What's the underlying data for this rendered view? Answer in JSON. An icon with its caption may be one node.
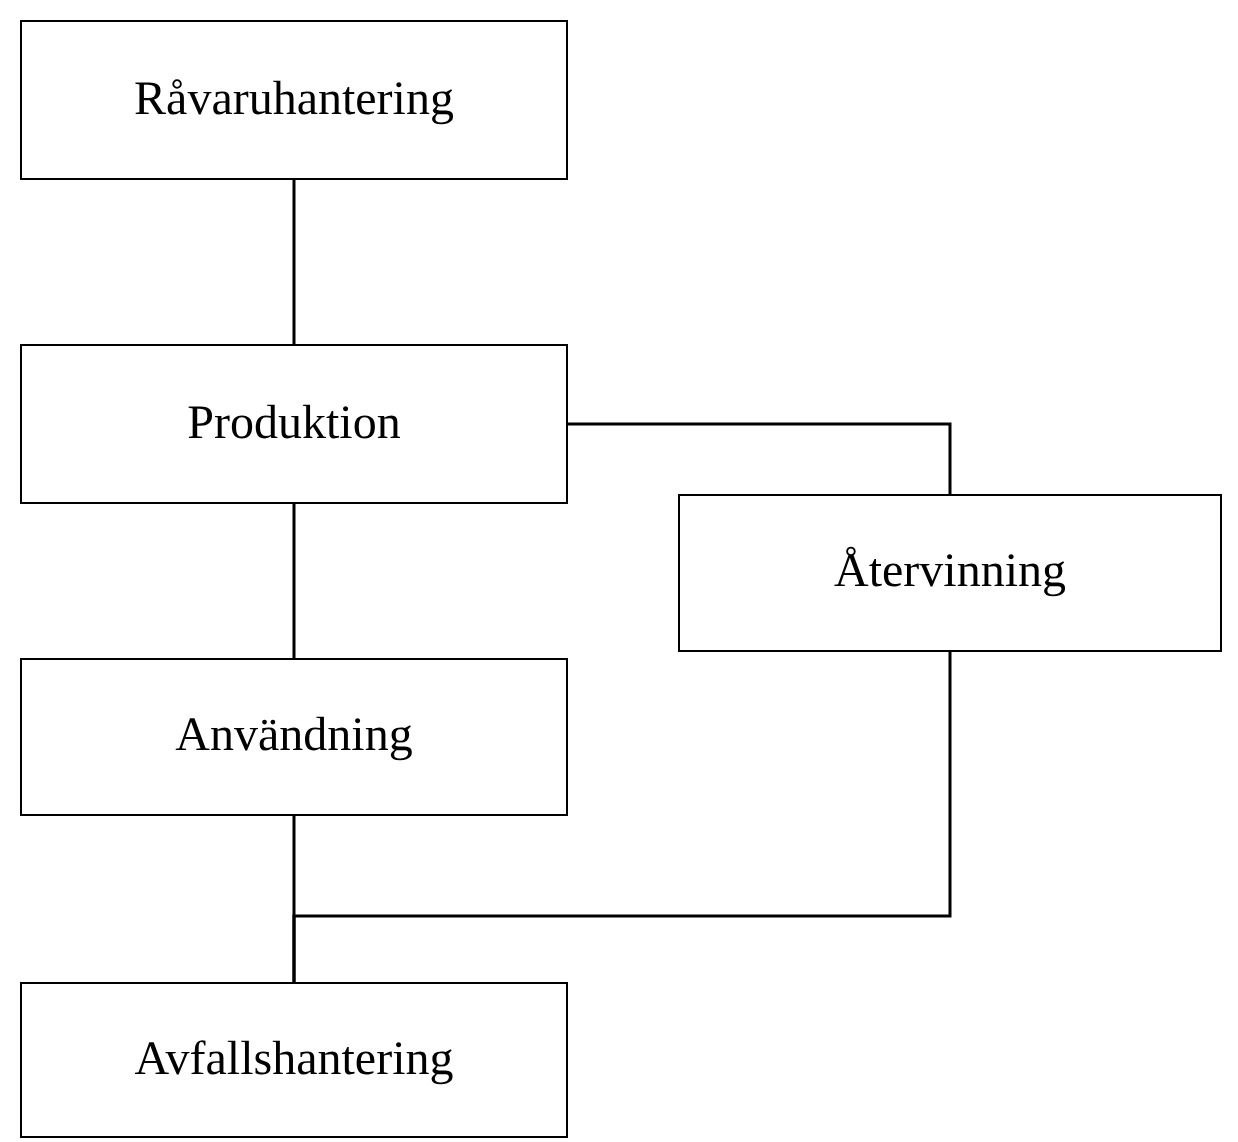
{
  "diagram": {
    "nodes": [
      {
        "text": [
          "Råvaruhantering"
        ]
      },
      {
        "text": [
          "Produktion"
        ]
      },
      {
        "text": [
          "Återvinning"
        ]
      },
      {
        "text": [
          "Användning"
        ]
      },
      {
        "text": [
          "Avfallshantering"
        ]
      }
    ],
    "edges": [
      {
        "from": 0,
        "to": 1,
        "arrow": "none"
      },
      {
        "from": 1,
        "to": 2,
        "arrow": "none"
      },
      {
        "from": 1,
        "to": 3,
        "arrow": "none"
      },
      {
        "from": 3,
        "to": 4,
        "arrow": "none"
      },
      {
        "from": 2,
        "to": 4,
        "arrow": "none"
      }
    ]
  }
}
